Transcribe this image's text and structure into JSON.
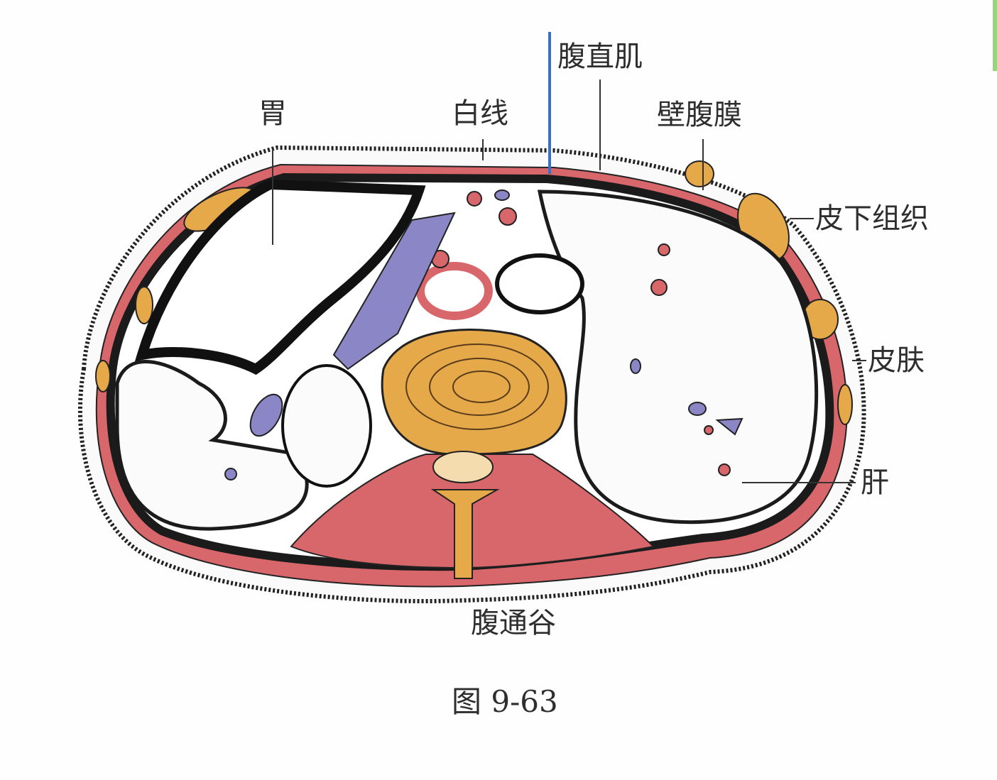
{
  "labels": {
    "rectus_abdominis": "腹直肌",
    "stomach": "胃",
    "linea_alba": "白线",
    "parietal_peritoneum": "壁腹膜",
    "subcutaneous_tissue": "皮下组织",
    "skin": "皮肤",
    "liver": "肝",
    "futonggu": "腹通谷"
  },
  "caption": "图 9-63",
  "colors": {
    "muscle": "#d8676b",
    "fat": "#e6a94a",
    "vein": "#8b86c6",
    "outline": "#1b1b1b",
    "pointer": "#3a6fc2"
  }
}
